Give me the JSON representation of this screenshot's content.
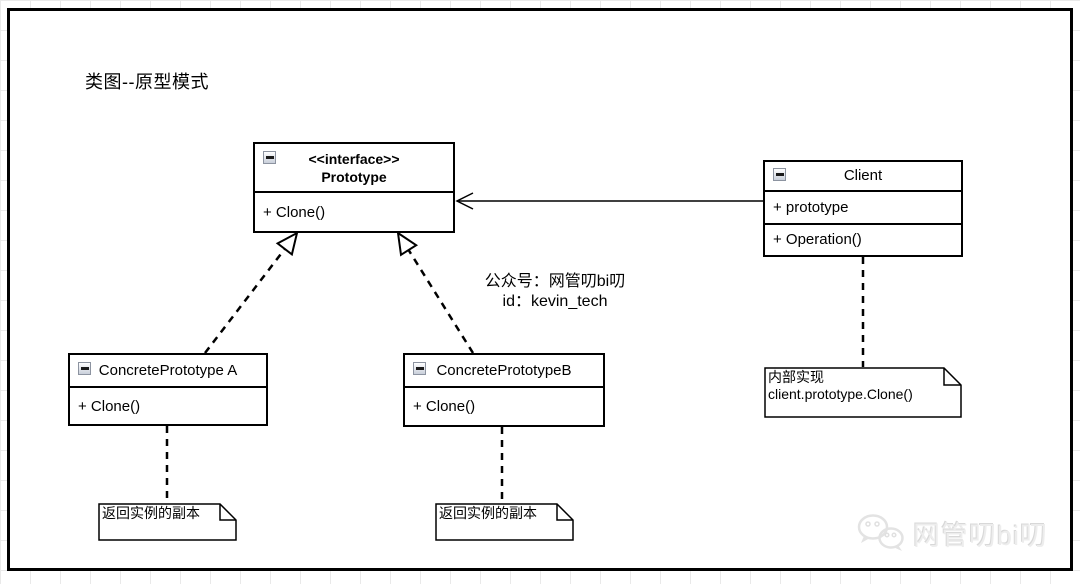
{
  "page": {
    "title": "类图--原型模式"
  },
  "classes": {
    "prototype": {
      "stereotype": "<<interface>>",
      "name": "Prototype",
      "methods": [
        "+ Clone()"
      ]
    },
    "client": {
      "name": "Client",
      "attributes": [
        "+ prototype"
      ],
      "methods": [
        "+ Operation()"
      ]
    },
    "concrete_a": {
      "name": "ConcretePrototype A",
      "methods": [
        "+ Clone()"
      ]
    },
    "concrete_b": {
      "name": "ConcretePrototypeB",
      "methods": [
        "+ Clone()"
      ]
    }
  },
  "notes": {
    "concrete_a_note": "返回实例的副本",
    "concrete_b_note": "返回实例的副本",
    "client_note_line1": "内部实现",
    "client_note_line2": "client.prototype.Clone()"
  },
  "annotation": {
    "line1": "公众号：网管叨bi叨",
    "line2": "id：kevin_tech"
  },
  "watermark": {
    "text": "网管叨bi叨",
    "icon": "wechat-icon"
  },
  "colors": {
    "line": "#000000",
    "canvas_bg": "#ffffff",
    "grid_line": "#e9e9e9",
    "watermark_text": "#ededed"
  }
}
